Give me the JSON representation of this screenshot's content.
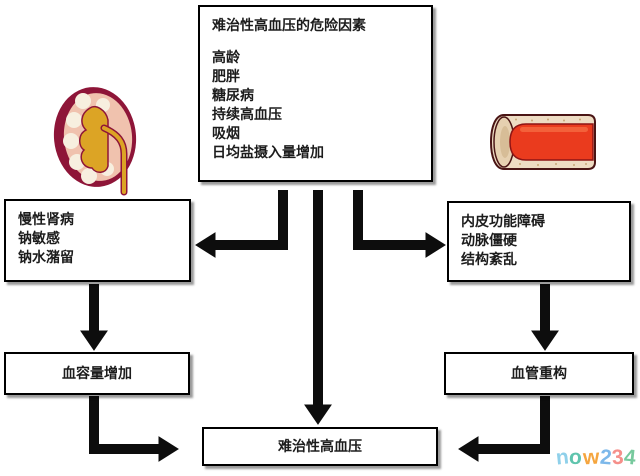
{
  "diagram": {
    "risk_box": {
      "title": "难治性高血压的危险因素",
      "items": [
        "高龄",
        "肥胖",
        "糖尿病",
        "持续高血压",
        "吸烟",
        "日均盐摄入量增加"
      ]
    },
    "kidney_box": {
      "items": [
        "慢性肾病",
        "钠敏感",
        "钠水潴留"
      ]
    },
    "vessel_box": {
      "items": [
        "内皮功能障碍",
        "动脉僵硬",
        "结构紊乱"
      ]
    },
    "volume_box": {
      "label": "血容量增加"
    },
    "remodel_box": {
      "label": "血管重构"
    },
    "outcome_box": {
      "label": "难治性高血压"
    },
    "illustrations": {
      "left": "kidney-cross-section",
      "right": "blood-vessel-cross-section"
    },
    "colors": {
      "box_border": "#000000",
      "arrow": "#0d0d0d",
      "kidney_outer": "#8e1538",
      "kidney_cortex": "#f0c2ae",
      "kidney_pyramids": "#f7efdf",
      "kidney_pelvis": "#dca425",
      "vessel_wall": "#eedcc3",
      "vessel_lumen": "#ea3b1e"
    }
  },
  "watermark": {
    "text": "now234",
    "letters": [
      "n",
      "o",
      "w",
      "2",
      "3",
      "4"
    ],
    "letter_colors": [
      "#8fd0ea",
      "#5fc4ad",
      "#f5a53e",
      "#7db8ea",
      "#f58f8a",
      "#77c99d"
    ]
  }
}
